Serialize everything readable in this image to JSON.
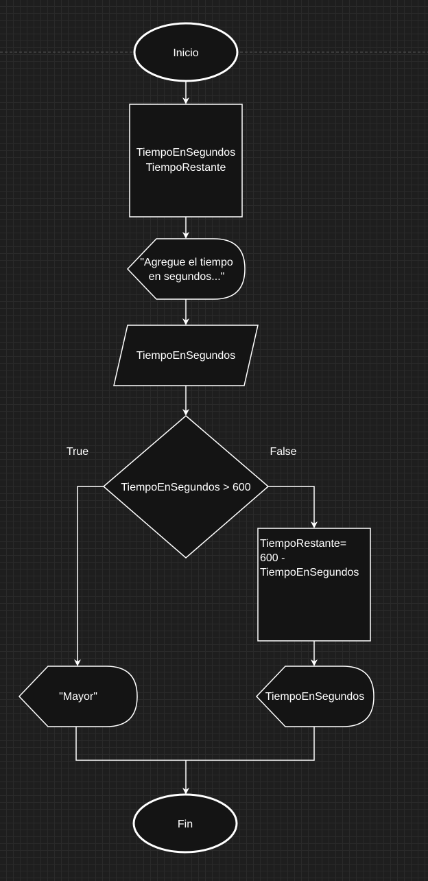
{
  "colors": {
    "background": "#1e1e1e",
    "grid": "#2a2a2a",
    "stroke": "#ffffff",
    "fill": "#141414",
    "text": "#ffffff"
  },
  "nodes": {
    "start": {
      "label": "Inicio"
    },
    "declare": {
      "line1": "TiempoEnSegundos",
      "line2": "TiempoRestante"
    },
    "prompt": {
      "line1": "\"Agregue el tiempo",
      "line2": "en segundos...\""
    },
    "input": {
      "label": "TiempoEnSegundos"
    },
    "decision": {
      "label": "TiempoEnSegundos > 600"
    },
    "process": {
      "line1": "TiempoRestante=",
      "line2": "600 -",
      "line3": "TiempoEnSegundos"
    },
    "display_true": {
      "label": "\"Mayor\""
    },
    "display_false": {
      "label": "TiempoEnSegundos"
    },
    "end": {
      "label": "Fin"
    }
  },
  "edges": {
    "true_label": "True",
    "false_label": "False"
  }
}
